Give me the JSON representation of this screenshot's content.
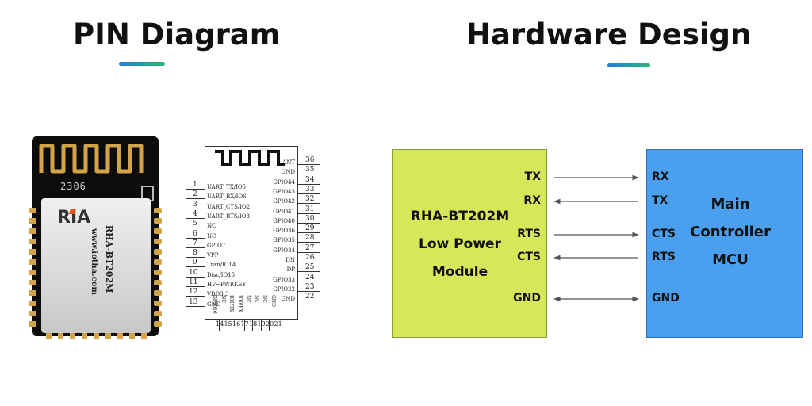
{
  "header": {
    "pin_title": "PIN Diagram",
    "hw_title": "Hardware Design"
  },
  "module_photo": {
    "chip_marking": "2306",
    "logo": "RIA",
    "model": "RHA-BT202M",
    "website": "www.iotha.com"
  },
  "pinout": {
    "left_pins": [
      {
        "num": "1",
        "label": "UART_TX/IO5"
      },
      {
        "num": "2",
        "label": "UART_RX/IO6"
      },
      {
        "num": "3",
        "label": "UART_CTS/IO2"
      },
      {
        "num": "4",
        "label": "UART_RTS/IO3"
      },
      {
        "num": "5",
        "label": "NC"
      },
      {
        "num": "6",
        "label": "NC"
      },
      {
        "num": "7",
        "label": "GPIO7"
      },
      {
        "num": "8",
        "label": "VPP"
      },
      {
        "num": "9",
        "label": "Tran/IO14"
      },
      {
        "num": "10",
        "label": "Disc/IO15"
      },
      {
        "num": "11",
        "label": "HV~PWRKEY"
      },
      {
        "num": "12",
        "label": "VDD3.3"
      },
      {
        "num": "13",
        "label": "GND"
      }
    ],
    "right_pins": [
      {
        "num": "36",
        "label": "ANT"
      },
      {
        "num": "35",
        "label": "GND"
      },
      {
        "num": "34",
        "label": "GPIO44"
      },
      {
        "num": "33",
        "label": "GPIO43"
      },
      {
        "num": "32",
        "label": "GPIO42"
      },
      {
        "num": "31",
        "label": "GPIO41"
      },
      {
        "num": "30",
        "label": "GPIO40"
      },
      {
        "num": "29",
        "label": "GPIO36"
      },
      {
        "num": "28",
        "label": "GPIO35"
      },
      {
        "num": "27",
        "label": "GPIO34"
      },
      {
        "num": "26",
        "label": "DN"
      },
      {
        "num": "25",
        "label": "DP"
      },
      {
        "num": "24",
        "label": "GPIO33"
      },
      {
        "num": "23",
        "label": "GPIO22"
      },
      {
        "num": "22",
        "label": "GND"
      }
    ],
    "bottom_pins": [
      {
        "num": "14",
        "label": "GPIO16"
      },
      {
        "num": "15",
        "label": "NC"
      },
      {
        "num": "16",
        "label": "IO1/TX"
      },
      {
        "num": "17",
        "label": "IO0/RX"
      },
      {
        "num": "18",
        "label": "NC"
      },
      {
        "num": "19",
        "label": "NC"
      },
      {
        "num": "20",
        "label": "NC"
      },
      {
        "num": "21",
        "label": "GND"
      }
    ]
  },
  "hardware": {
    "module_box": {
      "name": "RHA-BT202M",
      "line2": "Low Power",
      "line3": "Module",
      "color": "#d6e85a"
    },
    "mcu_box": {
      "line1": "Main",
      "line2": "Controller",
      "line3": "MCU",
      "color": "#4aa0ee"
    },
    "connections": [
      {
        "left": "TX",
        "right": "RX",
        "direction": "right"
      },
      {
        "left": "RX",
        "right": "TX",
        "direction": "left"
      },
      {
        "left": "RTS",
        "right": "CTS",
        "direction": "right"
      },
      {
        "left": "CTS",
        "right": "RTS",
        "direction": "left"
      },
      {
        "left": "GND",
        "right": "GND",
        "direction": "both"
      }
    ]
  }
}
